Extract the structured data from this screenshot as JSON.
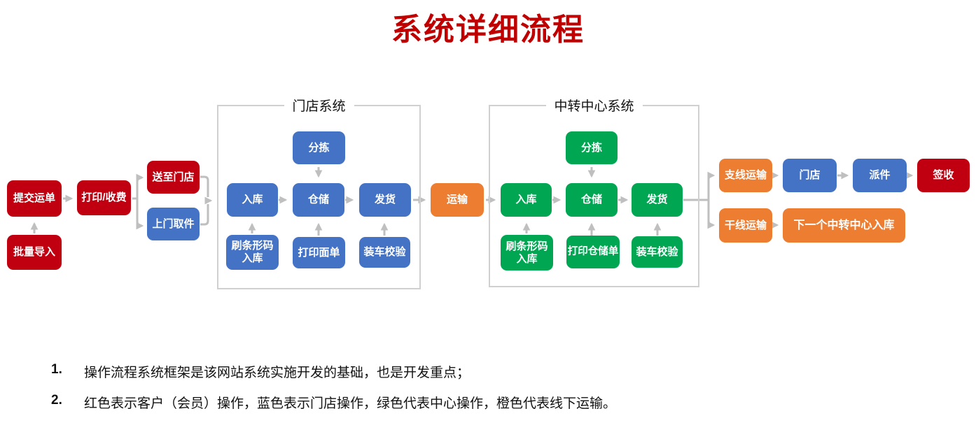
{
  "title": "系统详细流程",
  "colors": {
    "customer_red": "#C00010",
    "store_blue": "#4472C4",
    "center_green": "#00A651",
    "offline_orange": "#ED7D31",
    "connector_gray": "#BFBFBF",
    "title_red": "#C00000"
  },
  "flow": {
    "submit_waybill": "提交运单",
    "batch_import": "批量导入",
    "print_charge": "打印/收费",
    "deliver_to_store": "送至门店",
    "door_pickup": "上门取件",
    "transport": "运输"
  },
  "store_system": {
    "title": "门店系统",
    "sorting": "分拣",
    "inbound": "入库",
    "warehouse": "仓储",
    "ship": "发货",
    "scan_barcode_inbound": "刷条形码\n入库",
    "print_waybill_sheet": "打印面单",
    "loading_check": "装车校验"
  },
  "transfer_system": {
    "title": "中转中心系统",
    "sorting": "分拣",
    "inbound": "入库",
    "warehouse": "仓储",
    "ship": "发货",
    "scan_barcode_inbound": "刷条形码\n入库",
    "print_storage_sheet": "打印仓储单",
    "loading_check": "装车校验"
  },
  "last_mile": {
    "branch_transport": "支线运输",
    "store": "门店",
    "deliver": "派件",
    "sign_receipt": "签收",
    "trunk_transport": "干线运输",
    "next_center_inbound": "下一个中转中心入库"
  },
  "notes": [
    {
      "num": "1.",
      "text": "操作流程系统框架是该网站系统实施开发的基础，也是开发重点；"
    },
    {
      "num": "2.",
      "text": "红色表示客户（会员）操作，蓝色表示门店操作，绿色代表中心操作，橙色代表线下运输。"
    }
  ]
}
